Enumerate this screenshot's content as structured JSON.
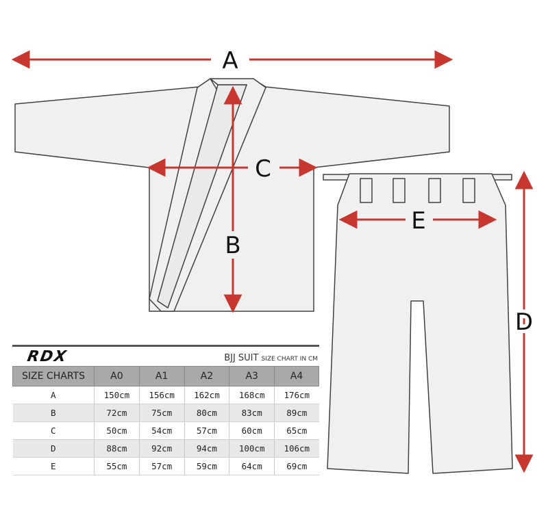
{
  "labels": {
    "a": "A",
    "b": "B",
    "c": "C",
    "d": "D",
    "e": "E"
  },
  "colors": {
    "arrow": "#c8372f",
    "outline": "#404040",
    "garment_fill": "#f0f0f0",
    "header_fill": "#a9a9a9"
  },
  "chart": {
    "brand": "RDX",
    "title": "BJJ SUIT",
    "subtitle": "SIZE CHART IN CM",
    "header_label": "SIZE CHARTS",
    "columns": [
      "A0",
      "A1",
      "A2",
      "A3",
      "A4"
    ],
    "rows": [
      {
        "label": "A",
        "values": [
          "150cm",
          "156cm",
          "162cm",
          "168cm",
          "176cm"
        ]
      },
      {
        "label": "B",
        "values": [
          "72cm",
          "75cm",
          "80cm",
          "83cm",
          "89cm"
        ]
      },
      {
        "label": "C",
        "values": [
          "50cm",
          "54cm",
          "57cm",
          "60cm",
          "65cm"
        ]
      },
      {
        "label": "D",
        "values": [
          "88cm",
          "92cm",
          "94cm",
          "100cm",
          "106cm"
        ]
      },
      {
        "label": "E",
        "values": [
          "55cm",
          "57cm",
          "59cm",
          "64cm",
          "69cm"
        ]
      }
    ]
  }
}
